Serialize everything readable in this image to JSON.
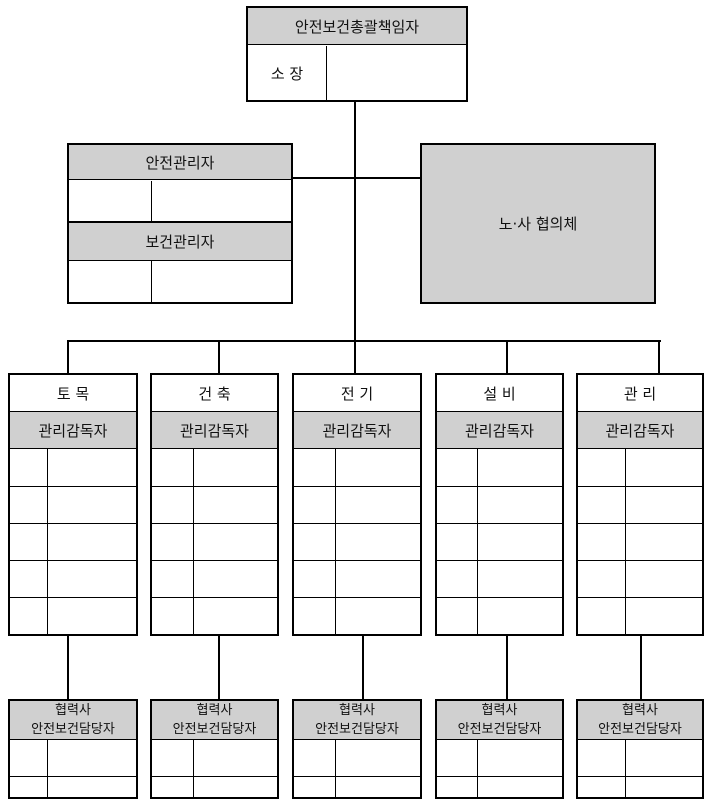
{
  "top": {
    "title": "안전보건총괄책임자",
    "role": "소 장"
  },
  "safety_manager": {
    "title": "안전관리자"
  },
  "health_manager": {
    "title": "보건관리자"
  },
  "committee": {
    "title": "노·사 협의체"
  },
  "departments": [
    {
      "name": "토  목",
      "role": "관리감독자",
      "partner_line1": "협력사",
      "partner_line2": "안전보건담당자"
    },
    {
      "name": "건  축",
      "role": "관리감독자",
      "partner_line1": "협력사",
      "partner_line2": "안전보건담당자"
    },
    {
      "name": "전  기",
      "role": "관리감독자",
      "partner_line1": "협력사",
      "partner_line2": "안전보건담당자"
    },
    {
      "name": "설  비",
      "role": "관리감독자",
      "partner_line1": "협력사",
      "partner_line2": "안전보건담당자"
    },
    {
      "name": "관  리",
      "role": "관리감독자",
      "partner_line1": "협력사",
      "partner_line2": "안전보건담당자"
    }
  ]
}
